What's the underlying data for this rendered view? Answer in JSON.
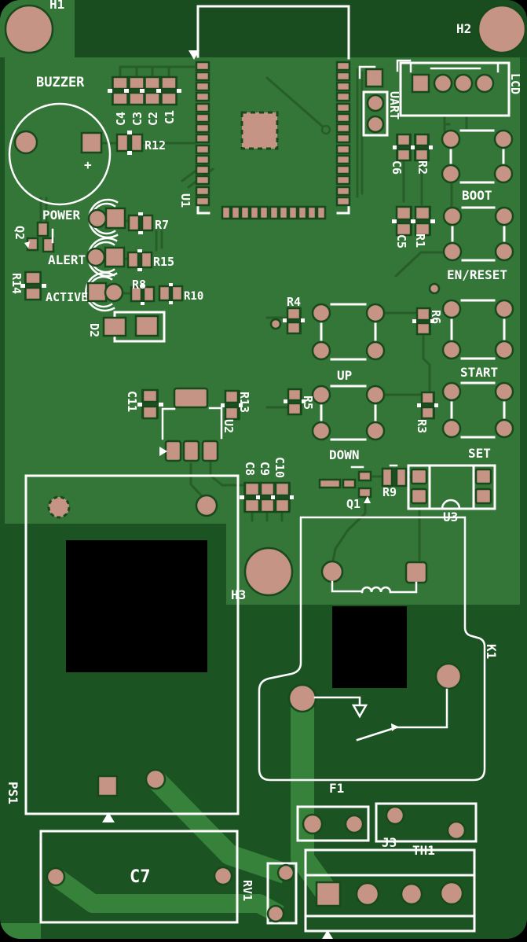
{
  "board": {
    "description": "PCB layout render (top copper, silkscreen)",
    "colors": {
      "copper_pour": "#347637",
      "substrate": "#1c5322",
      "antenna_keepout": "#194c1e",
      "pad_copper": "#c69484",
      "silkscreen": "#ffffff",
      "cutout": "#000000",
      "power_trace": "#37823a"
    },
    "labels": {
      "h1": "H1",
      "h2": "H2",
      "h3": "H3",
      "buzzer": "BUZZER",
      "plus": "+",
      "c1": "C1",
      "c2": "C2",
      "c3": "C3",
      "c4": "C4",
      "c5": "C5",
      "c6": "C6",
      "c7": "C7",
      "c8": "C8",
      "c9": "C9",
      "c10": "C10",
      "c11": "C11",
      "r1": "R1",
      "r2": "R2",
      "r3": "R3",
      "r4": "R4",
      "r5": "R5",
      "r6": "R6",
      "r7": "R7",
      "r8": "R8",
      "r9": "R9",
      "r10": "R10",
      "r12": "R12",
      "r13": "R13",
      "r14": "R14",
      "r15": "R15",
      "u1": "U1",
      "u2": "U2",
      "u3": "U3",
      "q1": "Q1",
      "q2": "Q2",
      "d2": "D2",
      "k1": "K1",
      "f1": "F1",
      "j3": "J3",
      "th1": "TH1",
      "rv1": "RV1",
      "ps1": "PS1",
      "power": "POWER",
      "alert": "ALERT",
      "active": "ACTIVE",
      "up": "UP",
      "down": "DOWN",
      "start": "START",
      "set": "SET",
      "boot": "BOOT",
      "en_reset": "EN/RESET",
      "uart": "UART",
      "lcd": "LCD"
    },
    "buttons": [
      "UP",
      "DOWN",
      "START",
      "SET",
      "BOOT",
      "EN/RESET"
    ],
    "leds": [
      "POWER",
      "ALERT",
      "ACTIVE"
    ],
    "mounting_holes": [
      "H1",
      "H2",
      "H3"
    ]
  }
}
